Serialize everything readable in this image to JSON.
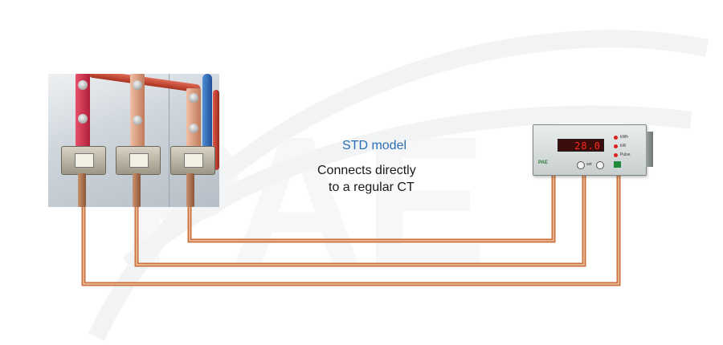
{
  "diagram": {
    "title": "STD model",
    "description_line1": "Connects directly",
    "description_line2": "to a regular CT"
  },
  "meter": {
    "display_value": "28.0",
    "indicators": [
      "kWh",
      "kW",
      "Pulse"
    ],
    "button_label": "set",
    "brand": "PAE"
  },
  "colors": {
    "title": "#2a6fb5",
    "wire": "#c8733f",
    "wire_highlight": "#f3c3a0"
  }
}
